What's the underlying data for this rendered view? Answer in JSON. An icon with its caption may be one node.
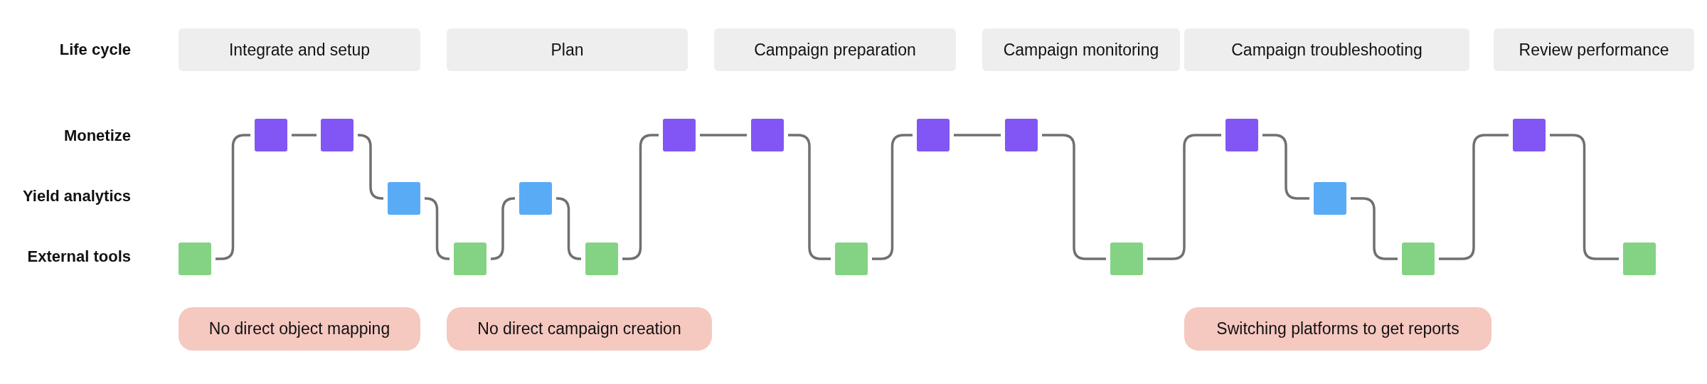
{
  "diagram": {
    "nodes": [
      {
        "text": [
          "Integrate and setup"
        ]
      },
      {
        "text": [
          "Plan"
        ]
      },
      {
        "text": [
          "Campaign preparation"
        ]
      },
      {
        "text": [
          "Campaign monitoring"
        ]
      },
      {
        "text": [
          "Campaign troubleshooting"
        ]
      },
      {
        "text": [
          "Review performance"
        ]
      },
      {
        "text": [],
        "shape": "box"
      },
      {
        "text": [],
        "shape": "box"
      },
      {
        "text": [],
        "shape": "box"
      },
      {
        "text": [],
        "shape": "box"
      },
      {
        "text": [],
        "shape": "box"
      },
      {
        "text": [],
        "shape": "box"
      },
      {
        "text": [],
        "shape": "box"
      },
      {
        "text": [],
        "shape": "box"
      },
      {
        "text": [],
        "shape": "box"
      },
      {
        "text": [],
        "shape": "box"
      },
      {
        "text": [],
        "shape": "box"
      },
      {
        "text": [],
        "shape": "box"
      },
      {
        "text": [],
        "shape": "box"
      },
      {
        "text": [],
        "shape": "box"
      },
      {
        "text": [],
        "shape": "box"
      },
      {
        "text": [],
        "shape": "box"
      },
      {
        "text": [],
        "shape": "box"
      },
      {
        "text": [],
        "shape": "box"
      },
      {
        "text": [
          "No direct object mapping"
        ]
      },
      {
        "text": [
          "No direct campaign creation"
        ]
      },
      {
        "text": [
          "Switching platforms to get reports"
        ]
      }
    ],
    "edges": [
      {
        "from": 6,
        "to": 7,
        "arrow": "none"
      },
      {
        "from": 7,
        "to": 8,
        "arrow": "none"
      },
      {
        "from": 8,
        "to": 9,
        "arrow": "none"
      },
      {
        "from": 9,
        "to": 10,
        "arrow": "none"
      },
      {
        "from": 10,
        "to": 11,
        "arrow": "none"
      },
      {
        "from": 11,
        "to": 12,
        "arrow": "none"
      },
      {
        "from": 12,
        "to": 13,
        "arrow": "none"
      },
      {
        "from": 13,
        "to": 14,
        "arrow": "none"
      },
      {
        "from": 14,
        "to": 15,
        "arrow": "none"
      },
      {
        "from": 15,
        "to": 16,
        "arrow": "none"
      },
      {
        "from": 16,
        "to": 17,
        "arrow": "none"
      },
      {
        "from": 17,
        "to": 18,
        "arrow": "none"
      },
      {
        "from": 18,
        "to": 19,
        "arrow": "none"
      },
      {
        "from": 19,
        "to": 20,
        "arrow": "none"
      },
      {
        "from": 20,
        "to": 21,
        "arrow": "none"
      },
      {
        "from": 21,
        "to": 22,
        "arrow": "none"
      },
      {
        "from": 22,
        "to": 23,
        "arrow": "none"
      }
    ],
    "labels": [
      "Life cycle",
      "Monetize",
      "Yield analytics",
      "External tools"
    ]
  }
}
